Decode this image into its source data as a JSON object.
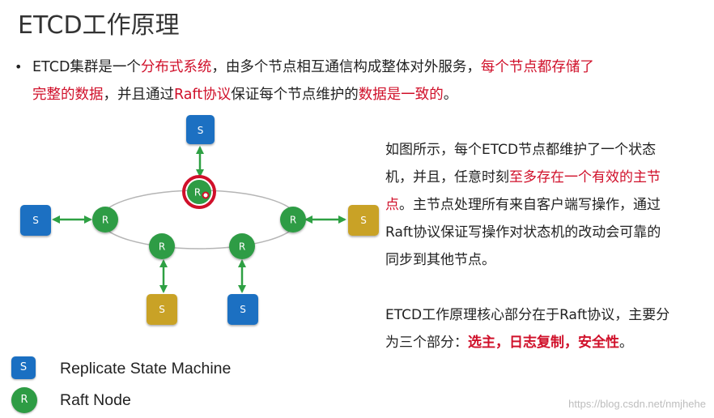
{
  "title": "ETCD工作原理",
  "bullet": {
    "marker": "•",
    "l1_a": "ETCD集群是一个",
    "l1_b": "分布式系统",
    "l1_c": "，由多个节点相互通信构成整体对外服务，",
    "l1_d": "每个节点都存储了",
    "l2_a": "完整的数据",
    "l2_b": "，并且通过",
    "l2_c": "Raft协议",
    "l2_d": "保证每个节点维护的",
    "l2_e": "数据是一致的",
    "l2_f": "。"
  },
  "right_text": {
    "p1_l1": "如图所示，每个ETCD节点都维护了一个状态",
    "p1_l2a": "机，并且，任意时刻",
    "p1_l2b": "至多存在一个有效的主节",
    "p1_l3a": "点",
    "p1_l3b": "。主节点处理所有来自客户端写操作，通过",
    "p1_l4": "Raft协议保证写操作对状态机的改动会可靠的",
    "p1_l5": "同步到其他节点。",
    "p2_l1": "ETCD工作原理核心部分在于Raft协议，主要分",
    "p2_l2a": "为三个部分：",
    "p2_l2b": "选主，日志复制，安全性",
    "p2_l2c": "。"
  },
  "diagram": {
    "s_label": "S",
    "r_label": "R",
    "colors": {
      "blue": "#1a6fc2",
      "gold": "#c9a227",
      "green": "#2e9c44",
      "arrow": "#2ea043",
      "leader_ring": "#d0102a",
      "ellipse": "#b5b5b5"
    }
  },
  "legend": {
    "s_label": "S",
    "r_label": "R",
    "s_text": "Replicate State Machine",
    "r_text": "Raft Node"
  },
  "watermark": "https://blog.csdn.net/nmjhehe"
}
